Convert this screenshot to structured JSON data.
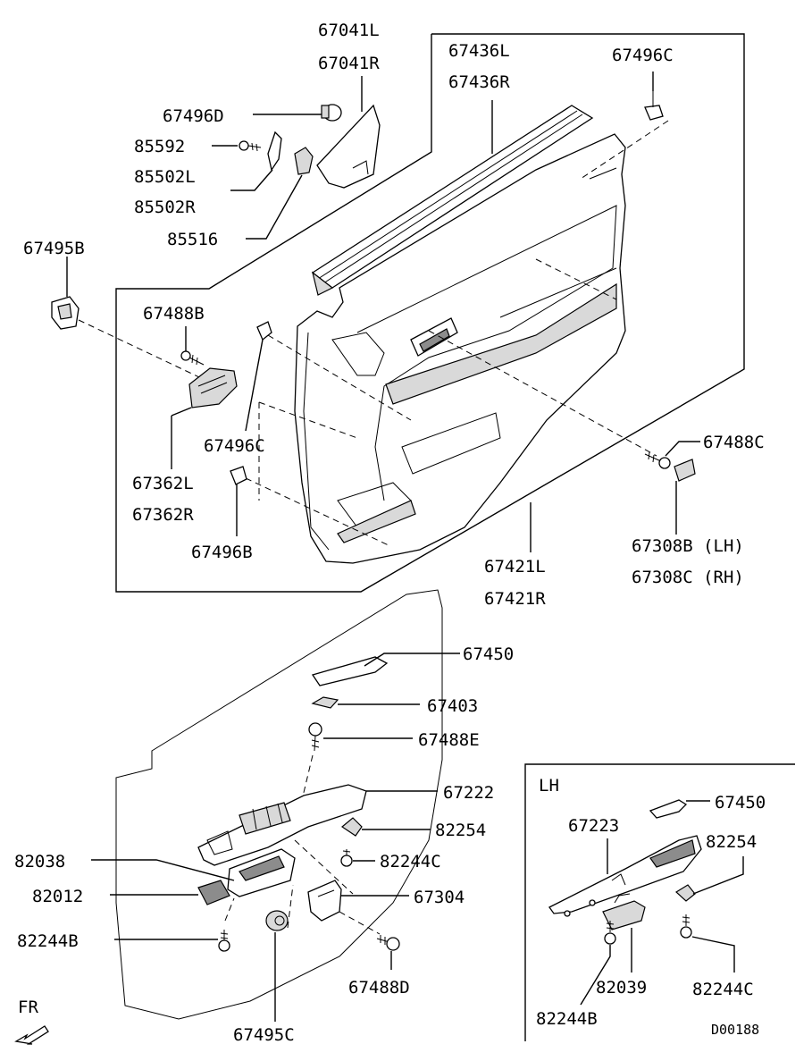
{
  "labels": {
    "p67041L": "67041L",
    "p67041R": "67041R",
    "p67436L": "67436L",
    "p67436R": "67436R",
    "p67496C_top": "67496C",
    "p67496D": "67496D",
    "p85592": "85592",
    "p85502L": "85502L",
    "p85502R": "85502R",
    "p85516": "85516",
    "p67495B": "67495B",
    "p67488B": "67488B",
    "p67496C_mid": "67496C",
    "p67362L": "67362L",
    "p67362R": "67362R",
    "p67496B": "67496B",
    "p67488C": "67488C",
    "p67308B": "67308B (LH)",
    "p67308C": "67308C (RH)",
    "p67421L": "67421L",
    "p67421R": "67421R",
    "p67450": "67450",
    "p67403": "67403",
    "p67488E": "67488E",
    "p67222": "67222",
    "p82254": "82254",
    "p82038": "82038",
    "p82244C": "82244C",
    "p82012": "82012",
    "p67304": "67304",
    "p82244B": "82244B",
    "p67488D": "67488D",
    "p67495C": "67495C",
    "fr": "FR"
  },
  "inset": {
    "title": "LH",
    "p67450": "67450",
    "p67223": "67223",
    "p82254": "82254",
    "p82039": "82039",
    "p82244C": "82244C",
    "p82244B": "82244B"
  },
  "drawing_code": "D00188"
}
